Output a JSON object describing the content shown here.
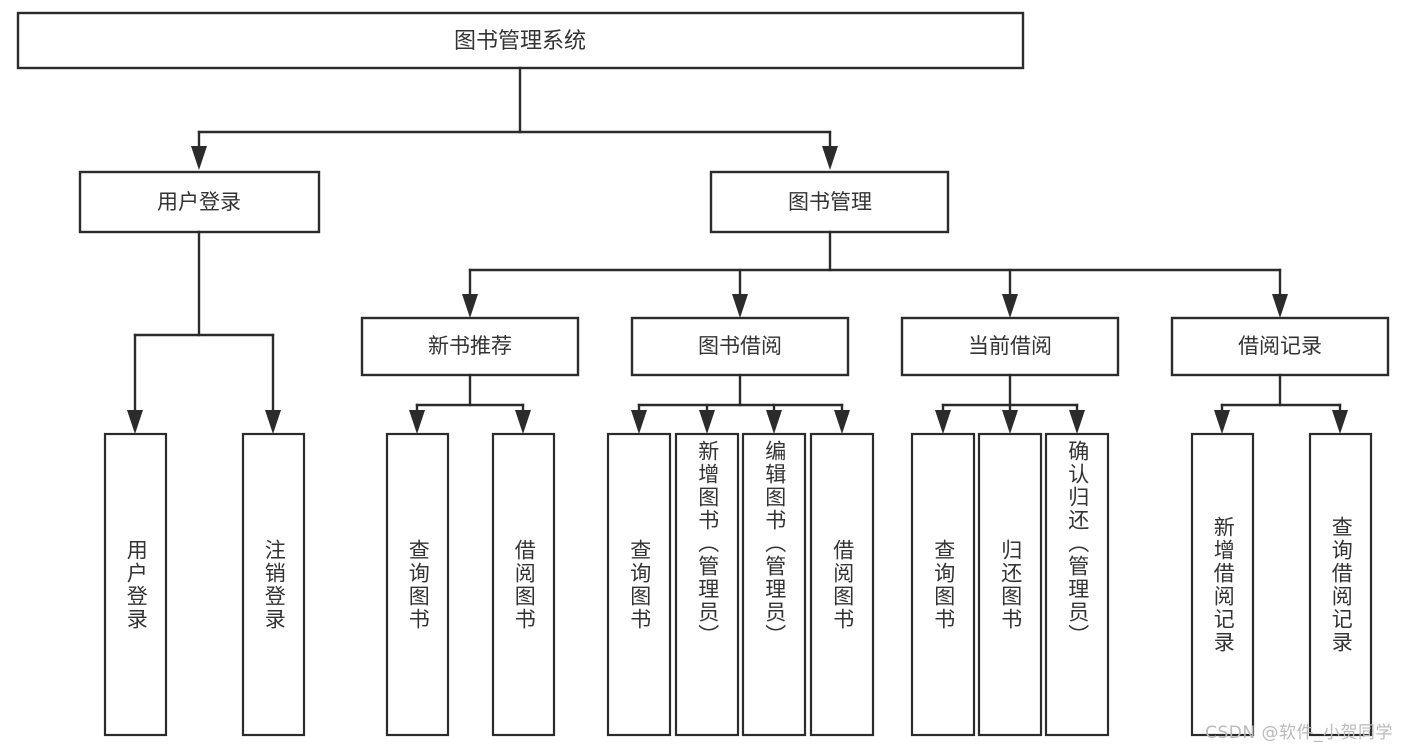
{
  "diagram": {
    "title": "图书管理系统",
    "type": "tree-hierarchy-chart",
    "orientation": "top-down",
    "watermark": "CSDN @软件_小贺同学",
    "colors": {
      "background": "#ffffff",
      "box_fill": "#ffffff",
      "box_stroke": "#2b2b2b",
      "text": "#333333",
      "watermark_text": "#b9b9b9"
    },
    "root": {
      "id": "root",
      "label": "图书管理系统"
    },
    "level2": [
      {
        "id": "user-login",
        "label": "用户登录"
      },
      {
        "id": "book-manage",
        "label": "图书管理"
      }
    ],
    "level3": [
      {
        "id": "new-book-rec",
        "label": "新书推荐",
        "parent": "book-manage"
      },
      {
        "id": "book-borrow",
        "label": "图书借阅",
        "parent": "book-manage"
      },
      {
        "id": "current-borrow",
        "label": "当前借阅",
        "parent": "book-manage"
      },
      {
        "id": "borrow-record",
        "label": "借阅记录",
        "parent": "book-manage"
      }
    ],
    "leaves": {
      "user-login": [
        {
          "id": "leaf-user-login",
          "label": "用户登录"
        },
        {
          "id": "leaf-user-logout",
          "label": "注销登录"
        }
      ],
      "new-book-rec": [
        {
          "id": "leaf-query-book-1",
          "label": "查询图书"
        },
        {
          "id": "leaf-borrow-book-1",
          "label": "借阅图书"
        }
      ],
      "book-borrow": [
        {
          "id": "leaf-query-book-2",
          "label": "查询图书"
        },
        {
          "id": "leaf-add-book",
          "label": "新增图书（管理员）"
        },
        {
          "id": "leaf-edit-book",
          "label": "编辑图书（管理员）"
        },
        {
          "id": "leaf-borrow-book-2",
          "label": "借阅图书"
        }
      ],
      "current-borrow": [
        {
          "id": "leaf-query-book-3",
          "label": "查询图书"
        },
        {
          "id": "leaf-return-book",
          "label": "归还图书"
        },
        {
          "id": "leaf-confirm-return",
          "label": "确认归还（管理员）"
        }
      ],
      "borrow-record": [
        {
          "id": "leaf-add-record",
          "label": "新增借阅记录"
        },
        {
          "id": "leaf-query-record",
          "label": "查询借阅记录"
        }
      ]
    }
  }
}
